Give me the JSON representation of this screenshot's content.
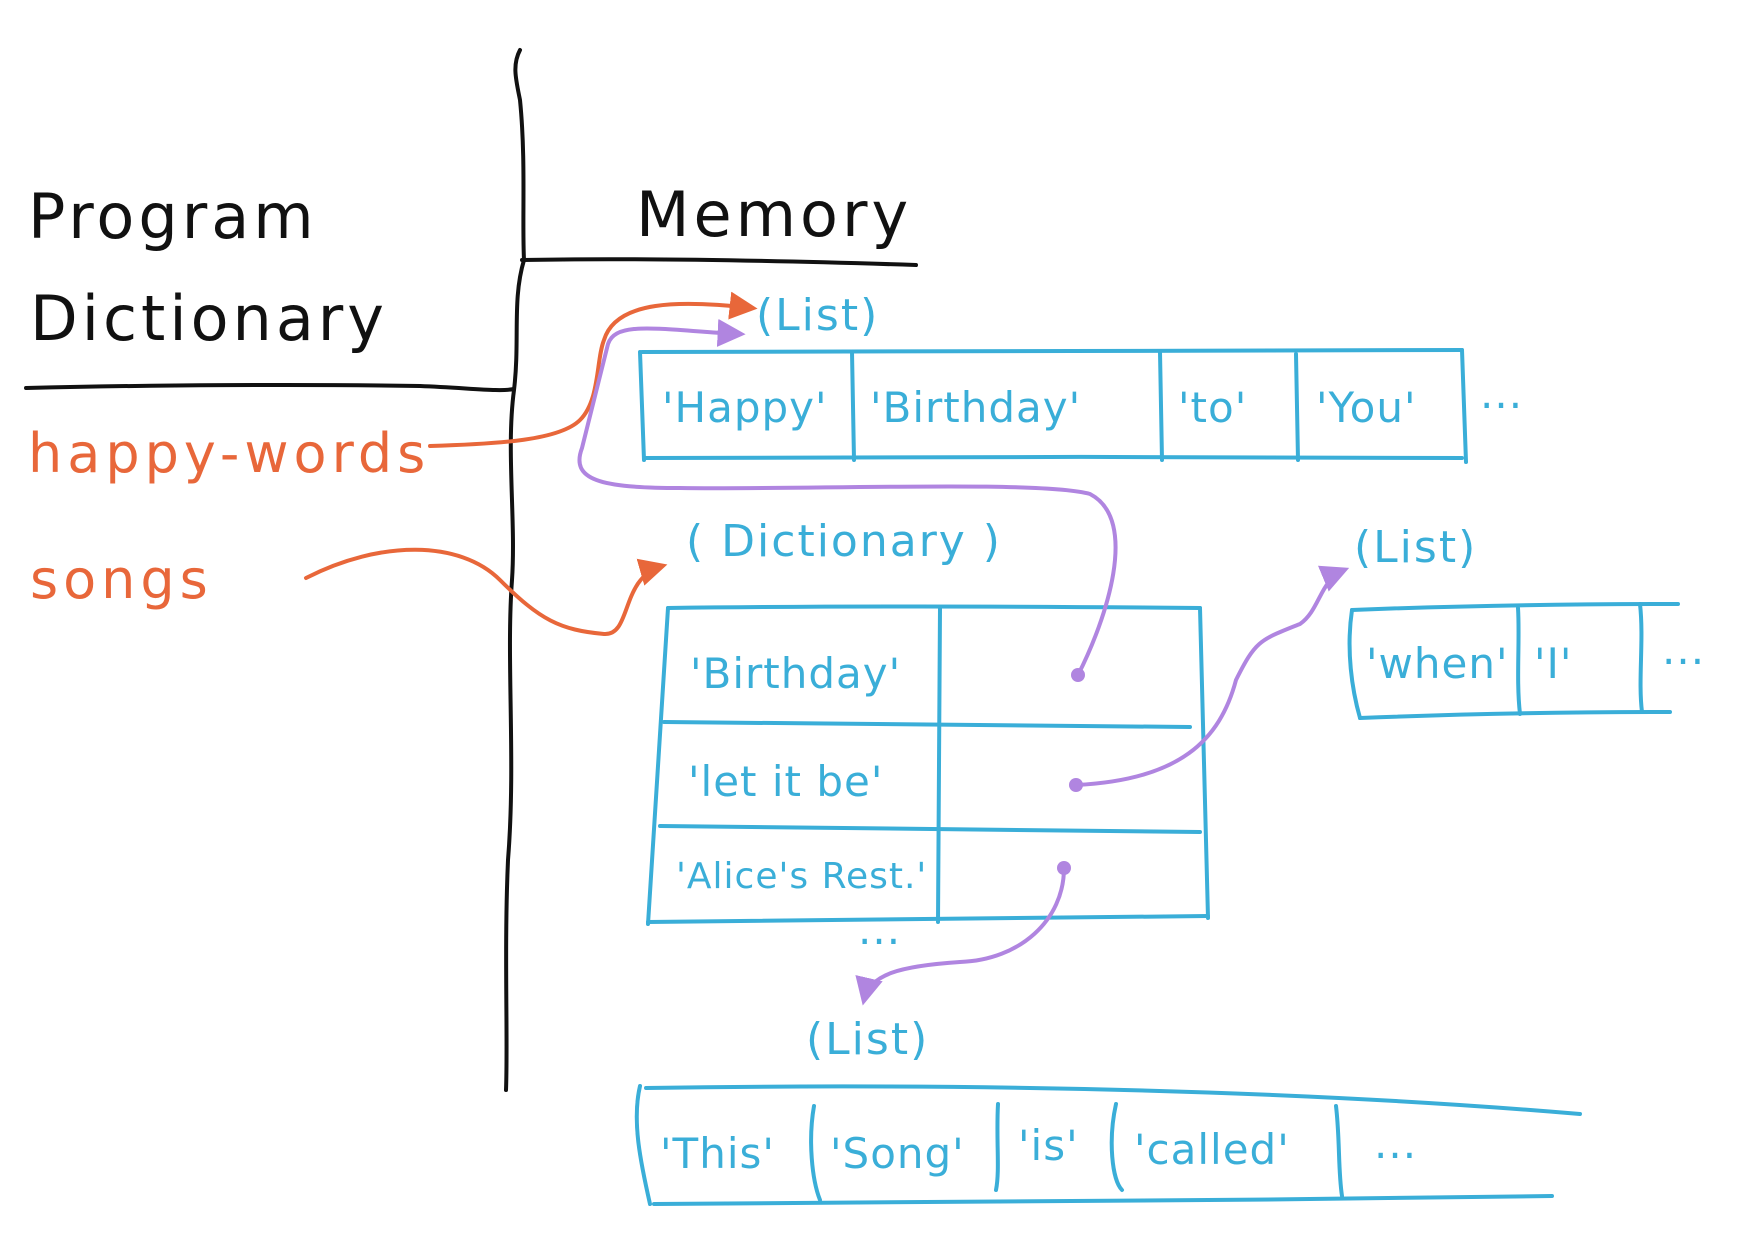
{
  "colors": {
    "black": "#111111",
    "blue": "#3aaed8",
    "orange": "#e8673a",
    "purple": "#b085e0"
  },
  "headers": {
    "program_line1": "Program",
    "program_line2": "Dictionary",
    "memory": "Memory"
  },
  "variables": {
    "happy_words": "happy-words",
    "songs": "songs"
  },
  "list_happy": {
    "label": "(List)",
    "items": [
      "'Happy'",
      "'Birthday'",
      "'to'",
      "'You'"
    ],
    "more": "..."
  },
  "dictionary": {
    "label": "( Dictionary )",
    "keys": [
      "'Birthday'",
      "'let it be'",
      "'Alice's Rest.'"
    ],
    "more": "..."
  },
  "list_when": {
    "label": "(List)",
    "items": [
      "'when'",
      "'I'"
    ],
    "more": "..."
  },
  "list_song": {
    "label": "(List)",
    "items": [
      "'This'",
      "'Song'",
      "'is'",
      "'called'"
    ],
    "more": "..."
  }
}
